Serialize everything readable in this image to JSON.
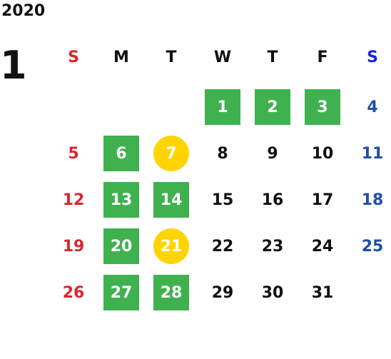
{
  "calendar": {
    "year": "2020",
    "month": "1",
    "weekdays": [
      "S",
      "M",
      "T",
      "W",
      "T",
      "F",
      "S"
    ],
    "weekday_colors": [
      "#e02424",
      "#111111",
      "#111111",
      "#111111",
      "#111111",
      "#111111",
      "#1e22e0"
    ],
    "colors": {
      "green_fill": "#3fb24f",
      "yellow_fill": "#ffd400",
      "sunday_text": "#d9272e",
      "saturday_text": "#1f4ea8",
      "weekday_text": "#111111",
      "highlight_text": "#ffffff"
    },
    "weeks": [
      [
        null,
        null,
        null,
        {
          "day": "1",
          "mark": "green"
        },
        {
          "day": "2",
          "mark": "green"
        },
        {
          "day": "3",
          "mark": "green"
        },
        {
          "day": "4"
        }
      ],
      [
        {
          "day": "5"
        },
        {
          "day": "6",
          "mark": "green"
        },
        {
          "day": "7",
          "mark": "yellow"
        },
        {
          "day": "8"
        },
        {
          "day": "9"
        },
        {
          "day": "10"
        },
        {
          "day": "11"
        }
      ],
      [
        {
          "day": "12"
        },
        {
          "day": "13",
          "mark": "green"
        },
        {
          "day": "14",
          "mark": "green"
        },
        {
          "day": "15"
        },
        {
          "day": "16"
        },
        {
          "day": "17"
        },
        {
          "day": "18"
        }
      ],
      [
        {
          "day": "19"
        },
        {
          "day": "20",
          "mark": "green"
        },
        {
          "day": "21",
          "mark": "yellow"
        },
        {
          "day": "22"
        },
        {
          "day": "23"
        },
        {
          "day": "24"
        },
        {
          "day": "25"
        }
      ],
      [
        {
          "day": "26"
        },
        {
          "day": "27",
          "mark": "green"
        },
        {
          "day": "28",
          "mark": "green"
        },
        {
          "day": "29"
        },
        {
          "day": "30"
        },
        {
          "day": "31"
        },
        null
      ]
    ]
  }
}
